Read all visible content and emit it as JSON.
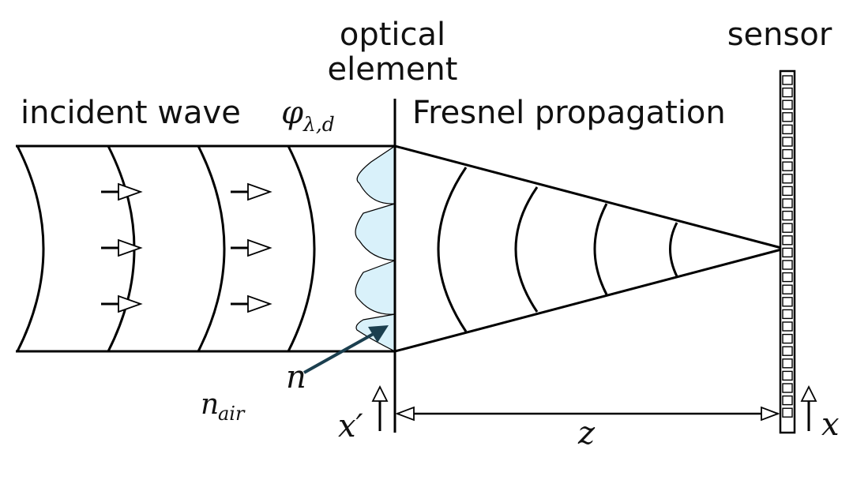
{
  "labels": {
    "optical_line1": "optical",
    "optical_line2": "element",
    "sensor": "sensor",
    "incident_text": "incident wave",
    "phi": "φ",
    "phi_sub": "λ,d",
    "fresnel": "Fresnel propagation",
    "n": "n",
    "n_air_base": "n",
    "n_air_sub": "air",
    "x_prime": "x′",
    "z": "z",
    "x": "x"
  },
  "colors": {
    "stroke": "#000000",
    "lens_fill": "#d9f1fa",
    "n_arrow": "#1b3f4f",
    "background": "#ffffff"
  },
  "icons": {
    "wave_arrow": "right-arrow-icon",
    "axis_arrow": "up-arrow-icon",
    "sensor_pixel": "sensor-pixel"
  }
}
